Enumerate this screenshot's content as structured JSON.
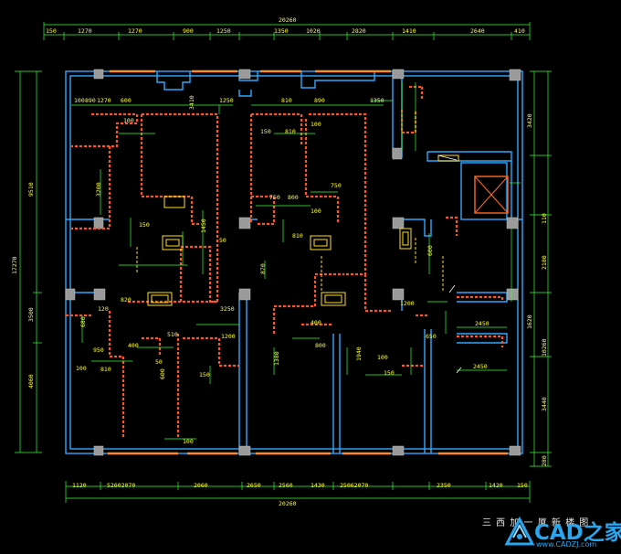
{
  "drawing": {
    "top_total": "20260",
    "top_segments": [
      "150",
      "1270",
      "1270",
      "900",
      "1250",
      "1350",
      "1020",
      "2820",
      "1410",
      "2640",
      "410"
    ],
    "bottom_segments": [
      "1120",
      "52602070",
      "2060",
      "2650",
      "2560",
      "1430",
      "25062070",
      "2350",
      "1420",
      "150"
    ],
    "bottom_total": "20260",
    "left_total": "17270",
    "left_segments": [
      "9510",
      "3500",
      "4060"
    ],
    "right_segments": [
      "3420",
      "110",
      "2180",
      "10260",
      "1620",
      "3440",
      "280"
    ],
    "interior_labels": [
      "100",
      "890",
      "1270",
      "600",
      "1250",
      "100",
      "810",
      "890",
      "1350",
      "150",
      "3410",
      "3200",
      "750",
      "800",
      "750",
      "150",
      "810",
      "1450",
      "100",
      "100",
      "820",
      "600",
      "870",
      "50",
      "950",
      "810",
      "1200",
      "1200",
      "400",
      "3250",
      "2450",
      "2450",
      "100",
      "150",
      "680",
      "1940",
      "120",
      "50",
      "810",
      "600",
      "400",
      "100",
      "1380",
      "150",
      "650",
      "800",
      "100",
      "510"
    ],
    "title": "三 西 加 一 厦 新 楼 图"
  },
  "logo": {
    "text": "CAD之家",
    "url": "www.CADZJ.com"
  },
  "colors": {
    "wall": "#2fa8ff",
    "partition": "#ff5522",
    "dimension": "#33ff33",
    "dimension_text": "#ffff33",
    "column": "#9a9a9a",
    "window": "#ff8a22"
  }
}
